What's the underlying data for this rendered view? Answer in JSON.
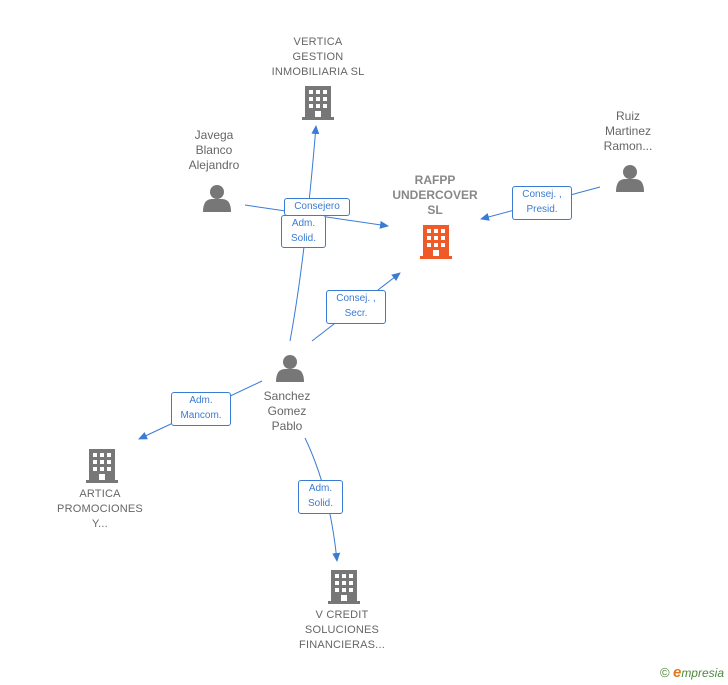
{
  "nodes": {
    "vertica": {
      "lines": [
        "VERTICA",
        "GESTION",
        "INMOBILIARIA SL"
      ]
    },
    "javega": {
      "lines": [
        "Javega",
        "Blanco",
        "Alejandro"
      ]
    },
    "rafpp": {
      "lines": [
        "RAFPP",
        "UNDERCOVER",
        "SL"
      ]
    },
    "ruiz": {
      "lines": [
        "Ruiz",
        "Martinez",
        "Ramon..."
      ]
    },
    "sanchez": {
      "lines": [
        "Sanchez",
        "Gomez",
        "Pablo"
      ]
    },
    "artica": {
      "lines": [
        "ARTICA",
        "PROMOCIONES",
        "Y..."
      ]
    },
    "vcredit": {
      "lines": [
        "V CREDIT",
        "SOLUCIONES",
        "FINANCIERAS..."
      ]
    }
  },
  "edges": {
    "consejero": {
      "lines": [
        "Consejero"
      ]
    },
    "adm_solid_vertica": {
      "lines": [
        "Adm.",
        "Solid."
      ]
    },
    "consej_presid": {
      "lines": [
        "Consej. ,",
        "Presid."
      ]
    },
    "consej_secr": {
      "lines": [
        "Consej. ,",
        "Secr."
      ]
    },
    "adm_mancom": {
      "lines": [
        "Adm.",
        "Mancom."
      ]
    },
    "adm_solid_vcredit": {
      "lines": [
        "Adm.",
        "Solid."
      ]
    }
  },
  "colors": {
    "edge": "#3a7bd5",
    "company_icon": "#777777",
    "focus_icon": "#f05a28",
    "person_icon": "#777777"
  },
  "footer": {
    "copyright": "©",
    "brand_initial": "e",
    "brand_rest": "mpresia"
  }
}
